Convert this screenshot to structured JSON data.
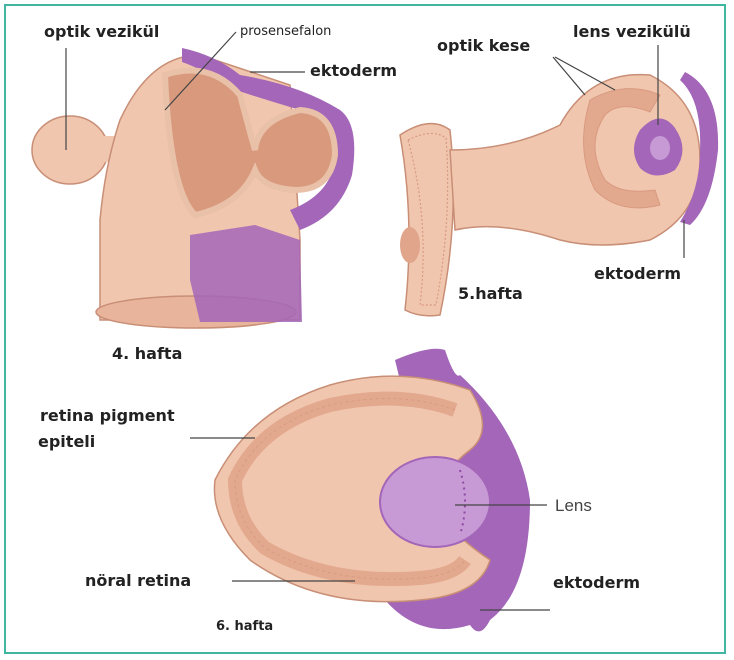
{
  "labels": {
    "optik_vezikul": "optik vezikül",
    "prosensefalon": "prosensefalon",
    "ektoderm_1": "ektoderm",
    "hafta_4": "4. hafta",
    "optik_kese": "optik kese",
    "lens_vezikulu": "lens vezikülü",
    "ektoderm_2": "ektoderm",
    "hafta_5": "5.hafta",
    "retina_pigment_1": "retina pigment",
    "retina_pigment_2": "epiteli",
    "lens": "Lens",
    "noral_retina": "nöral retina",
    "ektoderm_3": "ektoderm",
    "hafta_6": "6. hafta"
  },
  "colors": {
    "border": "#3fb7a0",
    "tissue": "#f1c6ae",
    "tissue_dark": "#d89a80",
    "ectoderm": "#a366b8",
    "lens": "#c79ad6"
  }
}
